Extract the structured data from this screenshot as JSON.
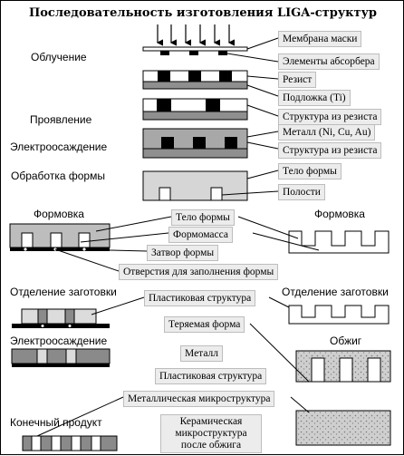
{
  "title": "Последовательность изготовления LIGA-структур",
  "steps": {
    "irradiation": "Облучение",
    "development": "Проявление",
    "electrodeposition": "Электроосаждение",
    "mold_processing": "Обработка формы",
    "molding_left": "Формовка",
    "molding_right": "Формовка",
    "demolding_left": "Отделение заготовки",
    "demolding_right": "Отделение заготовки",
    "electroforming_left": "Электроосаждение",
    "firing": "Обжиг",
    "final_product": "Конечный продукт"
  },
  "labels": {
    "mask_membrane": "Мембрана маски",
    "absorber_elements": "Элементы абсорбера",
    "resist": "Резист",
    "substrate": "Подложка (Ti)",
    "resist_structure_1": "Структура из резиста",
    "metal": "Металл (Ni, Cu, Au)",
    "resist_structure_2": "Структура из резиста",
    "mold_body_1": "Тело формы",
    "cavities": "Полости",
    "mold_body_2": "Тело формы",
    "molding_compound": "Формомасса",
    "mold_gate": "Затвор формы",
    "fill_holes": "Отверстия для заполнения формы",
    "plastic_structure_1": "Пластиковая структура",
    "lost_mold": "Теряемая форма",
    "metal_2": "Металл",
    "plastic_structure_2": "Пластиковая структура",
    "metal_microstructure": "Металлическая микроструктура",
    "ceramic_microstructure": "Керамическая микроструктура после обжига"
  }
}
